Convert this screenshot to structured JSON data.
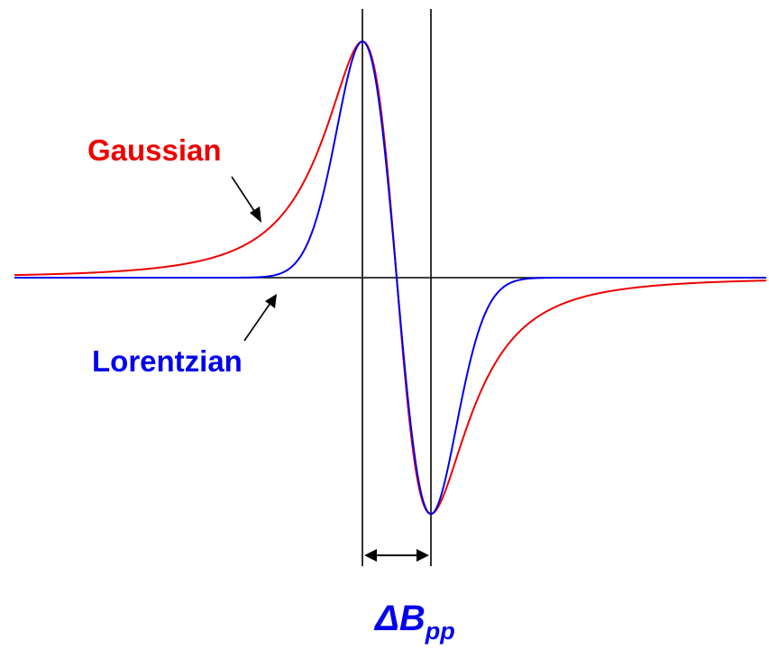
{
  "labels": {
    "gaussian": "Gaussian",
    "lorentzian": "Lorentzian",
    "delta_symbol": "ΔB",
    "delta_subscript": "pp"
  },
  "colors": {
    "gaussian": "#ee0000",
    "lorentzian": "#0000ee",
    "axis": "#000000"
  },
  "icons": {
    "arrows": [
      "arrow-icon",
      "double-arrow-icon"
    ]
  }
}
